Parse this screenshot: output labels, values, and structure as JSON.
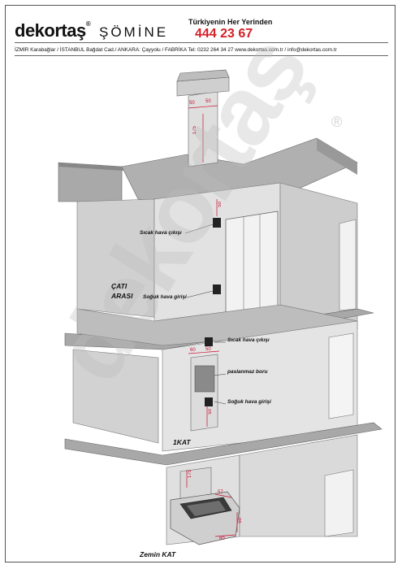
{
  "header": {
    "brand": "dekortaş",
    "brand_reg": "®",
    "brand_sub": "ŞÖMİNE",
    "slogan": "Türkiyenin Her Yerinden",
    "phone": "444 23 67",
    "address": "İZMİR Karabağlar / İSTANBUL Bağdat Cad./ ANKARA: Çayyolu / FABRİKA Tel: 0232 264 34 27 www.dekortas.com.tr / info@dekortas.com.tr"
  },
  "watermark": {
    "text": "dekortaş",
    "reg": "®"
  },
  "labels": {
    "hot_air_out_top": "Sıcak hava çıkışı",
    "cold_air_in_top": "Soğuk hava girişi",
    "attic": "ÇATI ARASI",
    "hot_air_out_mid": "Sıcak hava çıkışı",
    "steel_pipe": "paslanmaz boru",
    "cold_air_in_mid": "Soğuk hava girişi",
    "first_floor": "1KAT",
    "ground_floor": "Zemin KAT"
  },
  "dimensions": {
    "chimney_width_left": "50",
    "chimney_width_right": "50",
    "chimney_height": "175",
    "upper_vent_dim": "50",
    "mid_vent_top": "50",
    "mid_vent_left": "60",
    "lower_vent_dim": "50",
    "firebox_top": "175",
    "firebox_width": "57",
    "firebox_depth": "60",
    "firebox_side": "50"
  }
}
